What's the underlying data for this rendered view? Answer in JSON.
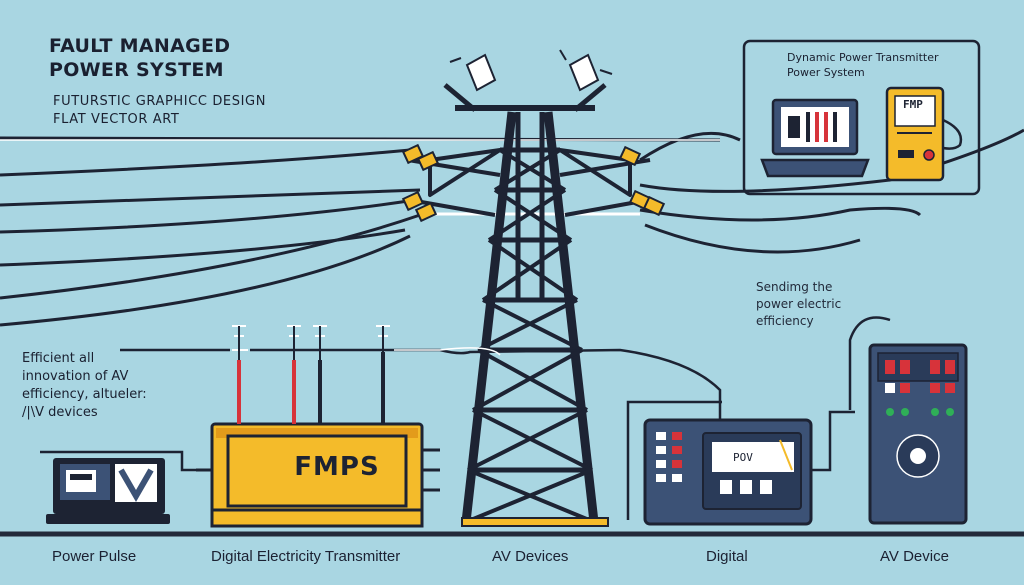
{
  "title": {
    "line1": "FAULT MANAGED",
    "line2": "POWER SYSTEM"
  },
  "subtitle": {
    "line1": "FUTURSTIC GRAPHICC DESIGN",
    "line2": "FLAT VECTOR ART"
  },
  "box": {
    "title_line1": "Dynamic Power Transmitter",
    "title_line2": "Power System",
    "device_screen_text": "FMP"
  },
  "left_note": {
    "line1": "Efficient all",
    "line2": "innovation of AV",
    "line3": "efficiency, altueler:",
    "line4": "/|\\V devices"
  },
  "right_note": {
    "line1": "Sendimg the",
    "line2": "power electric",
    "line3": "efficiency"
  },
  "fmps_label": "FMPS",
  "digital_device_screen": "POV",
  "bottom_labels": [
    "Power Pulse",
    "Digital Electricity Transmitter",
    "AV Devices",
    "Digital",
    "AV Device"
  ],
  "colors": {
    "background": "#a9d6e2",
    "accent_yellow": "#f4bb2a",
    "dark_navy": "#1d2333",
    "device_blue": "#3c5276",
    "red": "#d7333a",
    "green": "#2faf57"
  }
}
